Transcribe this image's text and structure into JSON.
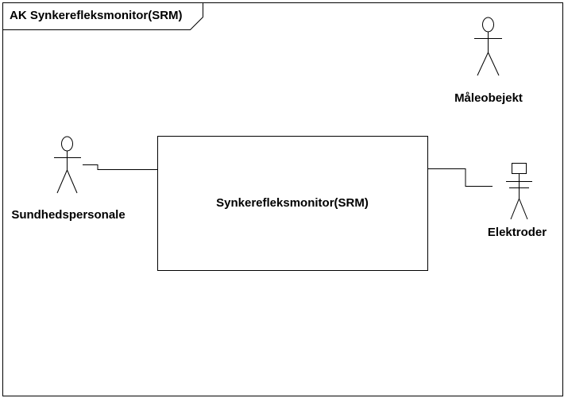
{
  "frame": {
    "title": "AK Synkerefleksmonitor(SRM)"
  },
  "system": {
    "name": "Synkerefleksmonitor(SRM)"
  },
  "actors": {
    "sundhedspersonale": "Sundhedspersonale",
    "maaleobejekt": "Måleobejekt",
    "elektroder": "Elektroder"
  }
}
